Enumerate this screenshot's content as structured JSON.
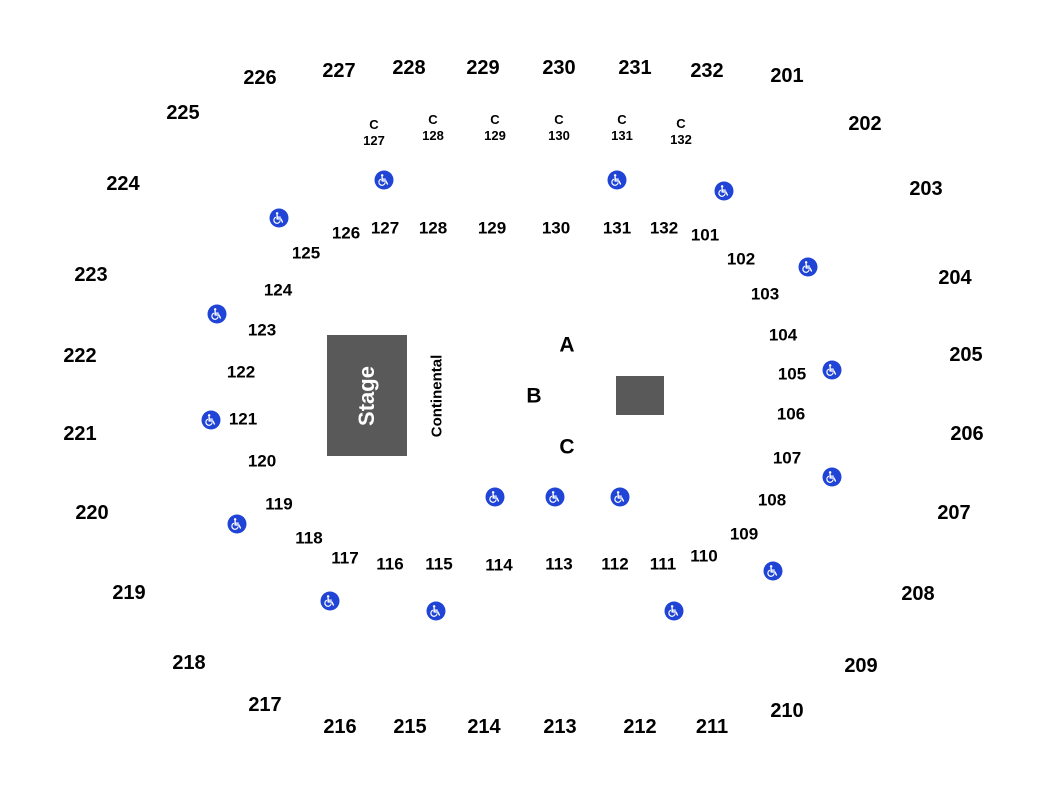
{
  "map": {
    "upper_sections": [
      "226",
      "227",
      "228",
      "229",
      "230",
      "231",
      "232",
      "201",
      "225",
      "202",
      "224",
      "203",
      "223",
      "204",
      "222",
      "205",
      "221",
      "206",
      "220",
      "207",
      "219",
      "208",
      "218",
      "209",
      "217",
      "210",
      "216",
      "215",
      "214",
      "213",
      "212",
      "211"
    ],
    "club_sections": [
      {
        "letter": "C",
        "num": "127"
      },
      {
        "letter": "C",
        "num": "128"
      },
      {
        "letter": "C",
        "num": "129"
      },
      {
        "letter": "C",
        "num": "130"
      },
      {
        "letter": "C",
        "num": "131"
      },
      {
        "letter": "C",
        "num": "132"
      }
    ],
    "lower_sections": [
      "126",
      "127",
      "128",
      "129",
      "130",
      "131",
      "132",
      "101",
      "125",
      "102",
      "124",
      "103",
      "123",
      "104",
      "122",
      "105",
      "121",
      "106",
      "120",
      "107",
      "119",
      "108",
      "118",
      "109",
      "117",
      "116",
      "115",
      "114",
      "113",
      "112",
      "111",
      "110"
    ],
    "floor_sections": [
      "A",
      "B",
      "C"
    ],
    "stage_label": "Stage",
    "continental_label": "Continental",
    "icons": {
      "accessible": "wheelchair-accessible-icon"
    },
    "colors": {
      "stage": "#595959",
      "accessible": "#1f44d6",
      "text": "#000000"
    }
  }
}
